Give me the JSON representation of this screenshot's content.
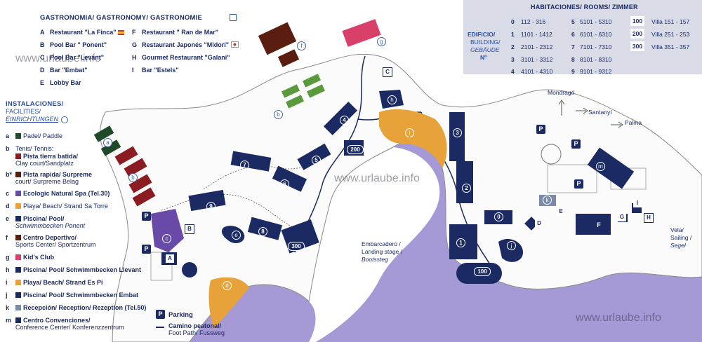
{
  "gastronomy": {
    "heading": "GASTRONOMIA/ GASTRONOMY/ GASTRONOMIE",
    "items": [
      {
        "key": "A",
        "label": "Restaurant \"La Finca\""
      },
      {
        "key": "B",
        "label": "Pool Bar \" Ponent\""
      },
      {
        "key": "C",
        "label": "Pool Bar \"Levant\""
      },
      {
        "key": "D",
        "label": "Bar \"Embat\""
      },
      {
        "key": "E",
        "label": "Lobby Bar"
      },
      {
        "key": "F",
        "label": "Restaurant \" Ran de Mar\""
      },
      {
        "key": "G",
        "label": "Restaurant Japonés \"Midori\""
      },
      {
        "key": "H",
        "label": "Gourmet Restaurant \"Galani\""
      },
      {
        "key": "I",
        "label": "Bar \"Estels\""
      }
    ]
  },
  "facilities": {
    "heading_1": "INSTALACIONES/",
    "heading_2": "FACILITIES/",
    "heading_3": "EINRICHTUNGEN",
    "items": [
      {
        "key": "a",
        "label": "Padel/ Paddle"
      },
      {
        "key": "b",
        "label": "Tenis/ Tennis:"
      },
      {
        "key": "",
        "label": "Pista tierra batida/",
        "label2": "Clay court/Sandplatz"
      },
      {
        "key": "b*",
        "label": "Pista rapida/ Surpreme",
        "label2": "court/ Surpreme Belag"
      },
      {
        "key": "c",
        "label": "Ecologic Natural Spa (Tel.30)"
      },
      {
        "key": "d",
        "label": "Playa/ Beach/ Strand Sa Torre"
      },
      {
        "key": "e",
        "label": "Piscina/ Pool/",
        "label2": "Schwimmbecken Ponent"
      },
      {
        "key": "f",
        "label": "Centro Deportivo/",
        "label2": "Sports Center/ Sportzentrum"
      },
      {
        "key": "g",
        "label": "Kid's Club"
      },
      {
        "key": "h",
        "label": "Piscina/ Pool/ Schwimmbecken Llevant"
      },
      {
        "key": "i",
        "label": "Playa/ Beach/ Strand Es Pi"
      },
      {
        "key": "j",
        "label": "Piscina/ Pool/ Schwimmbecken Embat"
      },
      {
        "key": "k",
        "label": "Recepción/ Reception/ Rezeption (Tel.50)"
      },
      {
        "key": "m",
        "label": "Centro Convenciones/",
        "label2": "Conference Center/ Konferenzzentrum"
      }
    ],
    "parking_label": "Parking",
    "footpath_1": "Camino peatonal/",
    "footpath_2": "Foot Path/ Fussweg"
  },
  "rooms": {
    "heading": "HABITACIONES/ ROOMS/ ZIMMER",
    "building_1": "EDIFICIO/",
    "building_2": "BUILDING/",
    "building_3": "GEBÄUDE",
    "building_4": "Nº",
    "col1": [
      {
        "n": "0",
        "r": "112 - 316"
      },
      {
        "n": "1",
        "r": "1101 - 1412"
      },
      {
        "n": "2",
        "r": "2101 - 2312"
      },
      {
        "n": "3",
        "r": "3101 - 3312"
      },
      {
        "n": "4",
        "r": "4101 - 4310"
      }
    ],
    "col2": [
      {
        "n": "5",
        "r": "5101 - 5310"
      },
      {
        "n": "6",
        "r": "6101 - 6310"
      },
      {
        "n": "7",
        "r": "7101 - 7310"
      },
      {
        "n": "8",
        "r": "8101 - 8310"
      },
      {
        "n": "9",
        "r": "9101 - 9312"
      }
    ],
    "col3": [
      {
        "n": "100",
        "r": "Villa 151 - 157"
      },
      {
        "n": "200",
        "r": "Villa 251 - 253"
      },
      {
        "n": "300",
        "r": "Villa 351 - 357"
      }
    ]
  },
  "map_labels": {
    "mondrago": "Mondragó",
    "santanyi": "Santanyí",
    "palma": "Palma",
    "landing_1": "Embarcadero /",
    "landing_2": "Landing stage /",
    "landing_3": "Bootssteg",
    "sailing_1": "Vela/",
    "sailing_2": "Sailing /",
    "sailing_3": "Segel",
    "parking": "P",
    "watermark_1": "www.urlaube.info",
    "watermark_2": "www.urlaube.info",
    "watermark_3": "www.urlaube.info"
  },
  "map_markers": {
    "buildings": [
      "1",
      "2",
      "3",
      "4",
      "5",
      "6",
      "7",
      "8",
      "9",
      "0",
      "100",
      "200",
      "300"
    ],
    "facilities": [
      "a",
      "b",
      "c",
      "d",
      "e",
      "f",
      "g",
      "h",
      "i",
      "j",
      "k",
      "m"
    ],
    "gastro": [
      "A",
      "B",
      "C",
      "D",
      "E",
      "F",
      "G",
      "H",
      "I"
    ]
  },
  "colors": {
    "navy": "#1b2a63",
    "sea": "#a59ad6",
    "beach": "#e8a23a",
    "tennis_green": "#5a9a3c",
    "clay_red": "#8a1c22",
    "brown": "#5a1e10",
    "pink": "#d8406a",
    "purple": "#6a4aa8",
    "lawn": "#f2f4f6"
  }
}
